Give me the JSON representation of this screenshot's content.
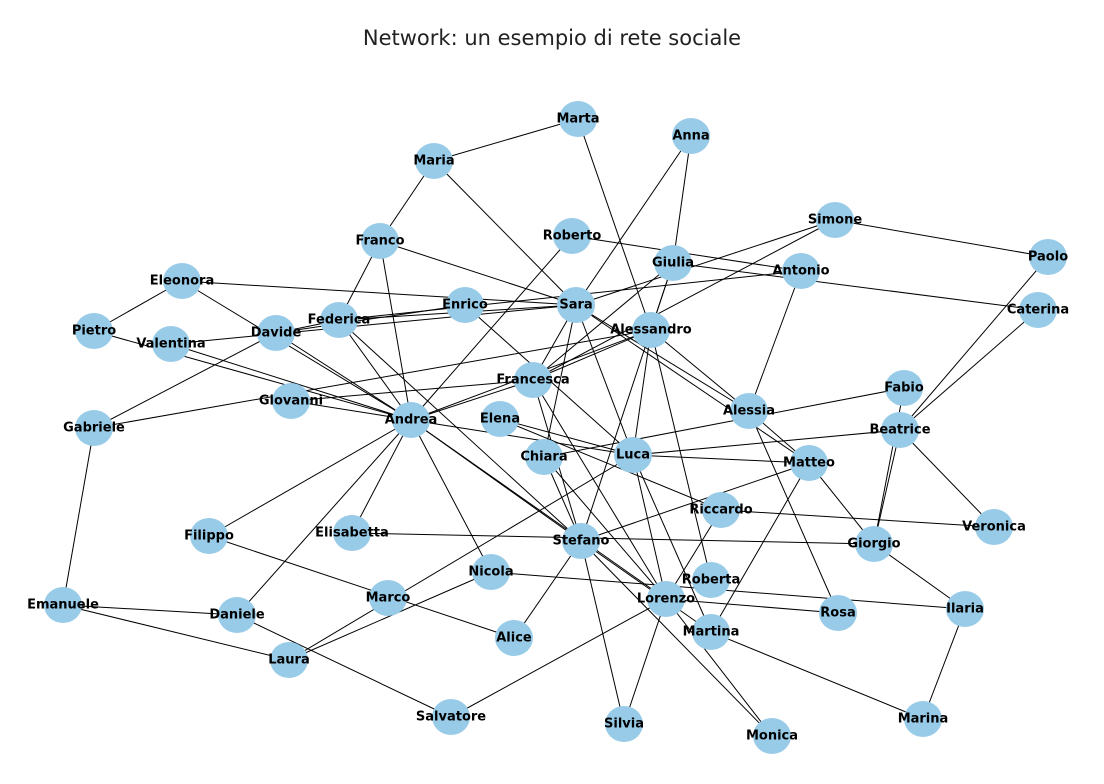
{
  "title": "Network: un esempio di rete sociale",
  "colors": {
    "node": "#97cbe8",
    "edge": "#000000",
    "background": "#ffffff"
  },
  "nodes": [
    "Marta",
    "Anna",
    "Maria",
    "Franco",
    "Roberto",
    "Giulia",
    "Simone",
    "Paolo",
    "Antonio",
    "Caterina",
    "Eleonora",
    "Sara",
    "Enrico",
    "Federica",
    "Pietro",
    "Davide",
    "Valentina",
    "Alessandro",
    "Francesca",
    "Giovanni",
    "Andrea",
    "Elena",
    "Alessia",
    "Fabio",
    "Beatrice",
    "Gabriele",
    "Chiara",
    "Luca",
    "Matteo",
    "Riccardo",
    "Veronica",
    "Filippo",
    "Elisabetta",
    "Stefano",
    "Giorgio",
    "Nicola",
    "Roberta",
    "Emanuele",
    "Marco",
    "Lorenzo",
    "Daniele",
    "Rosa",
    "Ilaria",
    "Alice",
    "Martina",
    "Laura",
    "Salvatore",
    "Silvia",
    "Monica",
    "Marina"
  ],
  "edges": [
    [
      "Marta",
      "Maria"
    ],
    [
      "Marta",
      "Alessandro"
    ],
    [
      "Anna",
      "Sara"
    ],
    [
      "Anna",
      "Giulia"
    ],
    [
      "Maria",
      "Franco"
    ],
    [
      "Maria",
      "Sara"
    ],
    [
      "Franco",
      "Federica"
    ],
    [
      "Franco",
      "Sara"
    ],
    [
      "Franco",
      "Andrea"
    ],
    [
      "Roberto",
      "Antonio"
    ],
    [
      "Roberto",
      "Andrea"
    ],
    [
      "Giulia",
      "Caterina"
    ],
    [
      "Giulia",
      "Francesca"
    ],
    [
      "Giulia",
      "Alessandro"
    ],
    [
      "Giulia",
      "Stefano"
    ],
    [
      "Simone",
      "Paolo"
    ],
    [
      "Simone",
      "Sara"
    ],
    [
      "Simone",
      "Francesca"
    ],
    [
      "Paolo",
      "Beatrice"
    ],
    [
      "Caterina",
      "Beatrice"
    ],
    [
      "Antonio",
      "Federica"
    ],
    [
      "Antonio",
      "Alessia"
    ],
    [
      "Eleonora",
      "Pietro"
    ],
    [
      "Eleonora",
      "Sara"
    ],
    [
      "Eleonora",
      "Andrea"
    ],
    [
      "Pietro",
      "Andrea"
    ],
    [
      "Sara",
      "Federica"
    ],
    [
      "Sara",
      "Valentina"
    ],
    [
      "Sara",
      "Francesca"
    ],
    [
      "Sara",
      "Luca"
    ],
    [
      "Sara",
      "Alessia"
    ],
    [
      "Sara",
      "Matteo"
    ],
    [
      "Sara",
      "Chiara"
    ],
    [
      "Enrico",
      "Davide"
    ],
    [
      "Enrico",
      "Luca"
    ],
    [
      "Federica",
      "Davide"
    ],
    [
      "Federica",
      "Andrea"
    ],
    [
      "Federica",
      "Stefano"
    ],
    [
      "Davide",
      "Gabriele"
    ],
    [
      "Davide",
      "Andrea"
    ],
    [
      "Valentina",
      "Andrea"
    ],
    [
      "Alessandro",
      "Gabriele"
    ],
    [
      "Alessandro",
      "Andrea"
    ],
    [
      "Alessandro",
      "Francesca"
    ],
    [
      "Alessandro",
      "Luca"
    ],
    [
      "Alessandro",
      "Alessia"
    ],
    [
      "Alessandro",
      "Roberta"
    ],
    [
      "Francesca",
      "Giovanni"
    ],
    [
      "Francesca",
      "Andrea"
    ],
    [
      "Francesca",
      "Stefano"
    ],
    [
      "Francesca",
      "Lorenzo"
    ],
    [
      "Giovanni",
      "Andrea"
    ],
    [
      "Andrea",
      "Luca"
    ],
    [
      "Andrea",
      "Filippo"
    ],
    [
      "Andrea",
      "Elisabetta"
    ],
    [
      "Andrea",
      "Nicola"
    ],
    [
      "Andrea",
      "Daniele"
    ],
    [
      "Andrea",
      "Stefano"
    ],
    [
      "Andrea",
      "Lorenzo"
    ],
    [
      "Elena",
      "Luca"
    ],
    [
      "Elena",
      "Riccardo"
    ],
    [
      "Alessia",
      "Matteo"
    ],
    [
      "Alessia",
      "Rosa"
    ],
    [
      "Fabio",
      "Chiara"
    ],
    [
      "Fabio",
      "Giorgio"
    ],
    [
      "Beatrice",
      "Luca"
    ],
    [
      "Beatrice",
      "Veronica"
    ],
    [
      "Beatrice",
      "Giorgio"
    ],
    [
      "Gabriele",
      "Emanuele"
    ],
    [
      "Chiara",
      "Stefano"
    ],
    [
      "Chiara",
      "Lorenzo"
    ],
    [
      "Luca",
      "Matteo"
    ],
    [
      "Luca",
      "Laura"
    ],
    [
      "Luca",
      "Lorenzo"
    ],
    [
      "Luca",
      "Martina"
    ],
    [
      "Matteo",
      "Stefano"
    ],
    [
      "Matteo",
      "Giorgio"
    ],
    [
      "Matteo",
      "Martina"
    ],
    [
      "Riccardo",
      "Veronica"
    ],
    [
      "Riccardo",
      "Lorenzo"
    ],
    [
      "Filippo",
      "Alice"
    ],
    [
      "Elisabetta",
      "Giorgio"
    ],
    [
      "Stefano",
      "Alice"
    ],
    [
      "Stefano",
      "Martina"
    ],
    [
      "Stefano",
      "Silvia"
    ],
    [
      "Stefano",
      "Monica"
    ],
    [
      "Giorgio",
      "Ilaria"
    ],
    [
      "Nicola",
      "Ilaria"
    ],
    [
      "Nicola",
      "Laura"
    ],
    [
      "Emanuele",
      "Daniele"
    ],
    [
      "Emanuele",
      "Laura"
    ],
    [
      "Lorenzo",
      "Rosa"
    ],
    [
      "Lorenzo",
      "Salvatore"
    ],
    [
      "Lorenzo",
      "Silvia"
    ],
    [
      "Lorenzo",
      "Monica"
    ],
    [
      "Daniele",
      "Salvatore"
    ],
    [
      "Ilaria",
      "Marina"
    ],
    [
      "Martina",
      "Marina"
    ]
  ]
}
